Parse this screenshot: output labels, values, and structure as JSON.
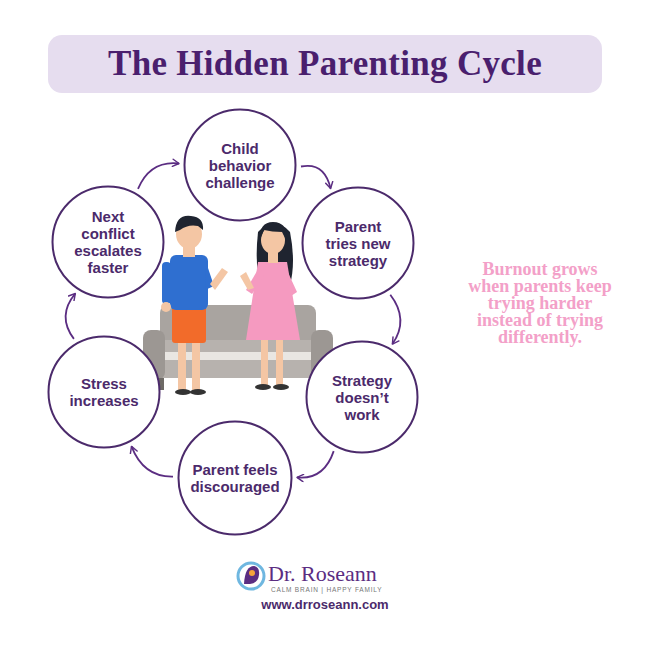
{
  "diagram": {
    "title": "The Hidden Parenting Cycle",
    "nodes": [
      {
        "text": [
          "Child behavior challenge"
        ]
      },
      {
        "text": [
          "Parent tries new strategy"
        ]
      },
      {
        "text": [
          "Strategy doesn’t work"
        ]
      },
      {
        "text": [
          "Parent feels discouraged"
        ]
      },
      {
        "text": [
          "Stress increases"
        ]
      },
      {
        "text": [
          "Next conflict escalates faster"
        ]
      }
    ],
    "edges": [
      {
        "from": 0,
        "to": 1,
        "arrow": "to"
      },
      {
        "from": 1,
        "to": 2,
        "arrow": "to"
      },
      {
        "from": 2,
        "to": 3,
        "arrow": "to"
      },
      {
        "from": 3,
        "to": 4,
        "arrow": "to"
      },
      {
        "from": 4,
        "to": 5,
        "arrow": "to"
      },
      {
        "from": 5,
        "to": 0,
        "arrow": "to"
      }
    ],
    "labels": [
      "Burnout grows when parents keep trying harder instead of trying differently.",
      "Dr. Roseann",
      "CALM BRAIN | HAPPY FAMILY",
      "www.drroseann.com"
    ]
  }
}
